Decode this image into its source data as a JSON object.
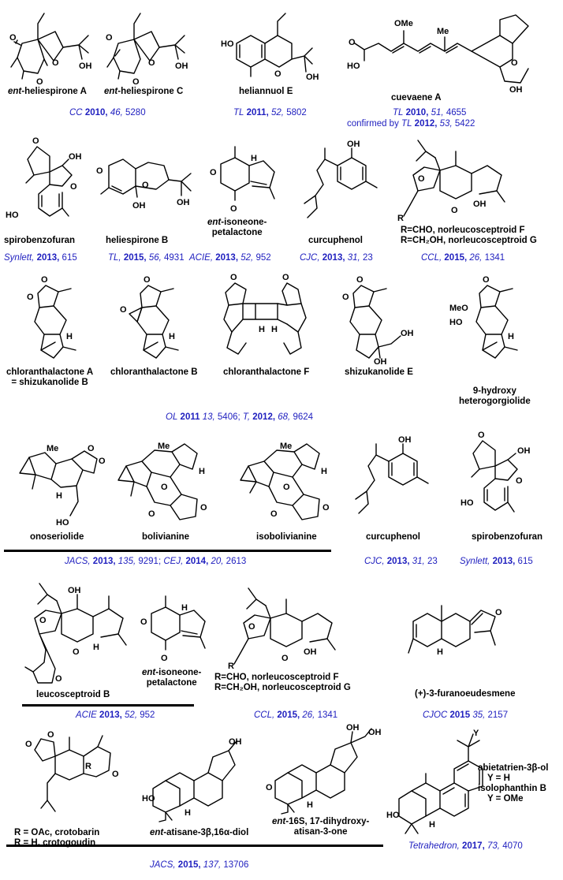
{
  "compounds": {
    "c1": {
      "name_italic": "ent",
      "name_rest": "-heliespirone A"
    },
    "c2": {
      "name_italic": "ent",
      "name_rest": "-heliespirone C"
    },
    "c3": {
      "name": "heliannuol E"
    },
    "c4": {
      "name": "cuevaene A"
    },
    "c5": {
      "name": "spirobenzofuran"
    },
    "c6": {
      "name": "heliespirone B"
    },
    "c7": {
      "name_italic": "ent",
      "name_rest": "-isoneone-",
      "name_line2": "petalactone"
    },
    "c8": {
      "name": "curcuphenol"
    },
    "c9": {
      "line1": "R=CHO, norleucosceptroid F",
      "line2": "R=CH₂OH, norleucosceptroid G"
    },
    "c10": {
      "line1": "chloranthalactone A",
      "line2": "= shizukanolide B"
    },
    "c11": {
      "name": "chloranthalactone B"
    },
    "c12": {
      "name": "chloranthalactone F"
    },
    "c13": {
      "name": "shizukanolide E"
    },
    "c14": {
      "line1": "9-hydroxy",
      "line2": "heterogorgiolide"
    },
    "c15": {
      "name": "onoseriolide"
    },
    "c16": {
      "name": "bolivianine"
    },
    "c17": {
      "name": "isobolivianine"
    },
    "c18": {
      "name": "curcuphenol"
    },
    "c19": {
      "name": "spirobenzofuran"
    },
    "c20": {
      "name": "leucosceptroid B"
    },
    "c21": {
      "name_italic": "ent",
      "name_rest": "-isoneone-",
      "name_line2": "petalactone"
    },
    "c22": {
      "line1": "R=CHO, norleucosceptroid F",
      "line2": "R=CH₂OH, norleucosceptroid G"
    },
    "c23": {
      "name": "(+)-3-furanoeudesmene"
    },
    "c24": {
      "line1": "R = OAc, crotobarin",
      "line2": "R = H, crotogoudin"
    },
    "c25": {
      "name_italic": "ent",
      "name_rest": "-atisane-3β,16α-diol"
    },
    "c26": {
      "line1_italic": "ent",
      "line1_rest": "-16S, 17-dihydroxy-",
      "line2": "atisan-3-one"
    },
    "c27": {
      "line1": "abietatrien-3β-ol",
      "line2": "Y = H",
      "line3": "isolophanthin B",
      "line4": "Y = OMe"
    }
  },
  "references": {
    "r1": {
      "journal": "CC",
      "year": "2010,",
      "vol": "46,",
      "pages": "5280"
    },
    "r2": {
      "journal": "TL",
      "year": "2011,",
      "vol": "52,",
      "pages": "5802"
    },
    "r3": {
      "journal": "TL",
      "year": "2010,",
      "vol": "51,",
      "pages": "4655"
    },
    "r3b": {
      "prefix": "confirmed by",
      "journal": "TL",
      "year": "2012,",
      "vol": "53,",
      "pages": "5422"
    },
    "r4": {
      "journal": "Synlett,",
      "year": "2013,",
      "pages": "615"
    },
    "r5": {
      "journal": "TL,",
      "year": "2015,",
      "vol": "56,",
      "pages": "4931"
    },
    "r6": {
      "journal": "ACIE,",
      "year": "2013,",
      "vol": "52,",
      "pages": "952"
    },
    "r7": {
      "journal": "CJC,",
      "year": "2013,",
      "vol": "31,",
      "pages": "23"
    },
    "r8": {
      "journal": "CCL,",
      "year": "2015,",
      "vol": "26,",
      "pages": "1341"
    },
    "r9": {
      "j1": "OL",
      "y1": "2011",
      "v1": "13,",
      "p1": "5406;",
      "j2": "T,",
      "y2": "2012,",
      "v2": "68,",
      "p2": "9624"
    },
    "r10": {
      "j1": "JACS,",
      "y1": "2013,",
      "v1": "135,",
      "p1": "9291;",
      "j2": "CEJ,",
      "y2": "2014,",
      "v2": "20,",
      "p2": "2613"
    },
    "r11": {
      "journal": "CJC,",
      "year": "2013,",
      "vol": "31,",
      "pages": "23"
    },
    "r12": {
      "journal": "Synlett,",
      "year": "2013,",
      "pages": "615"
    },
    "r13": {
      "journal": "ACIE",
      "year": "2013,",
      "vol": "52,",
      "pages": "952"
    },
    "r14": {
      "journal": "CCL,",
      "year": "2015,",
      "vol": "26,",
      "pages": "1341"
    },
    "r15": {
      "journal": "CJOC",
      "year": "2015",
      "vol": "35,",
      "pages": "2157"
    },
    "r16": {
      "journal": "JACS,",
      "year": "2015,",
      "vol": "137,",
      "pages": "13706"
    },
    "r17": {
      "journal": "Tetrahedron,",
      "year": "2017,",
      "vol": "73,",
      "pages": "4070"
    }
  },
  "atom_labels": {
    "O": "O",
    "OH": "OH",
    "HO": "HO",
    "H": "H",
    "OMe": "OMe",
    "Me": "Me",
    "MeO": "MeO",
    "R": "R",
    "Y": "Y",
    "OH2": "OH"
  },
  "colors": {
    "reference": "#1f1fbf",
    "structure": "#000000"
  }
}
